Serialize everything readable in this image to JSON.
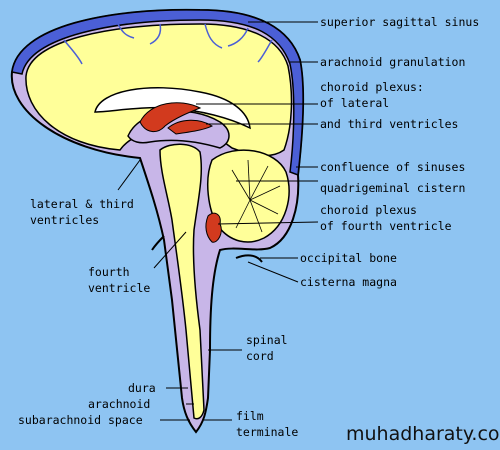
{
  "labels": {
    "superior_sagittal_sinus": "superior sagittal sinus",
    "arachnoid_granulation": "arachnoid granulation",
    "choroid_plexus_lateral_1": "choroid plexus:",
    "choroid_plexus_lateral_2": "of lateral",
    "choroid_plexus_lateral_3": "and third ventricles",
    "confluence_of_sinuses": "confluence of sinuses",
    "quadrigeminal_cistern": "quadrigeminal cistern",
    "choroid_plexus_fourth_1": "choroid plexus",
    "choroid_plexus_fourth_2": "of fourth ventricle",
    "lateral_third_ventricles_1": "lateral & third",
    "lateral_third_ventricles_2": "ventricles",
    "occipital_bone": "occipital bone",
    "cisterna_magna": "cisterna magna",
    "fourth_ventricle_1": "fourth",
    "fourth_ventricle_2": "ventricle",
    "spinal_cord_1": "spinal",
    "spinal_cord_2": "cord",
    "dura": "dura",
    "arachnoid": "arachnoid",
    "subarachnoid_space": "subarachnoid space",
    "film_terminale_1": "film",
    "film_terminale_2": "terminale"
  },
  "watermark": "muhadharaty.com",
  "colors": {
    "background": "#8ec4f2",
    "brain_tissue": "#ffff99",
    "csf_space": "#c8b6e8",
    "sinus": "#4b5fd6",
    "choroid_plexus": "#d23a1e",
    "outline": "#000000"
  }
}
